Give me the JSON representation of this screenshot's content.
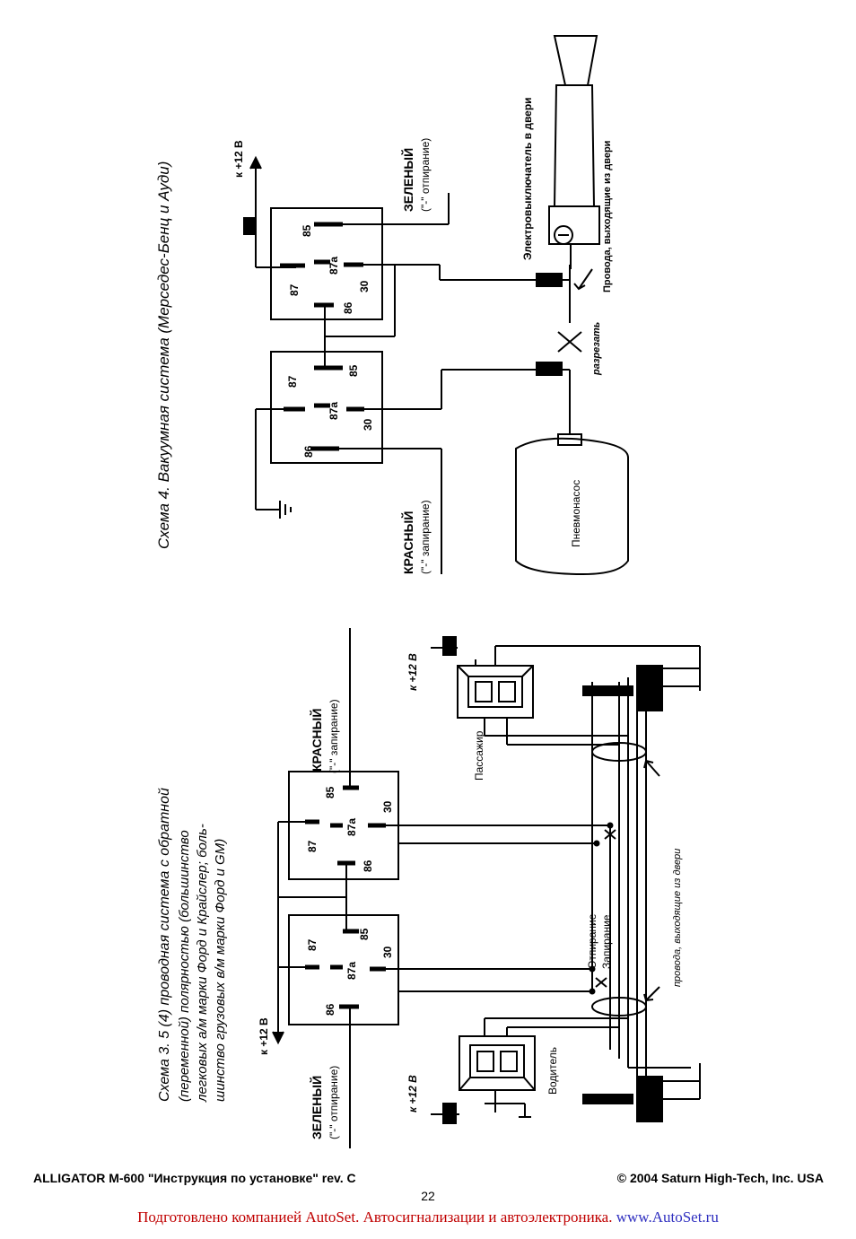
{
  "schema4": {
    "title": "Схема 4. Вакуумная система (Мерседес-Бенц и Ауди)",
    "plus12": "к +12 В",
    "green": "ЗЕЛЕНЫЙ",
    "green_sub": "(\"-\" отпирание)",
    "red": "КРАСНЫЙ",
    "red_sub": "(\"-\" запирание)",
    "switch_label": "Электровыключатель в двери",
    "wires_label": "Провода, выходящие из двери",
    "cut_label": "разрезать",
    "pump_label": "Пневмонасос",
    "pins": {
      "p87": "87",
      "p87a": "87a",
      "p85": "85",
      "p86": "86",
      "p30": "30"
    }
  },
  "schema3": {
    "title_line1": "Схема 3. 5 (4) проводная система с обратной",
    "title_line2": "(переменной) полярностью (большинство",
    "title_line3": "легковых а/м марки Форд и Крайслер; боль-",
    "title_line4": "шинство грузовых в/м марки Форд и GM)",
    "plus12": "к +12 В",
    "green": "ЗЕЛЕНЫЙ",
    "green_sub": "(\"-\" отпирание)",
    "red": "КРАСНЫЙ",
    "red_sub": "(\"-\" запирание)",
    "unlock": "Отпирание",
    "lock": "Запирание",
    "wires_label": "провода, выходящие из двери",
    "driver": "Водитель",
    "passenger": "Пассажир",
    "plus12_driver": "к +12 В",
    "plus12_passenger": "к +12 В",
    "pins": {
      "p87": "87",
      "p87a": "87a",
      "p85": "85",
      "p86": "86",
      "p30": "30"
    }
  },
  "footer": {
    "left": "ALLIGATOR M-600 \"Инструкция по установке\" rev. C",
    "right": "© 2004 Saturn High-Tech, Inc. USA",
    "page": "22",
    "credit_text": "Подготовлено компанией AutoSet. Автосигнализации и автоэлектроника.",
    "credit_url": "www.AutoSet.ru"
  }
}
